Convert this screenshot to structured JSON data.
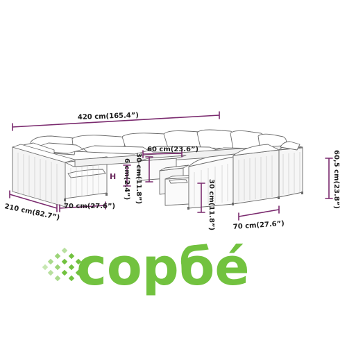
{
  "dimensions": {
    "total_width": "420 cm(165.4”)",
    "total_depth": "210 cm(82.7”)",
    "module_width": "70 cm(27.6”)",
    "module_depth": "70 cm(27.6”)",
    "center_width": "60 cm(23.6”)",
    "center_height": "30 cm(11.8”)",
    "leg_height": "6 cm(2.4”)",
    "ottoman_height": "30 cm(11.8”)",
    "back_height": "60,5 cm(23.8”)"
  },
  "logo": {
    "text": "сорбе́",
    "icon": "diamond-pixel-mark",
    "color": "#72c23f"
  },
  "colors": {
    "dimension_line": "#7a2a6e",
    "outline": "#6b6b6b",
    "brand": "#72c23f"
  }
}
